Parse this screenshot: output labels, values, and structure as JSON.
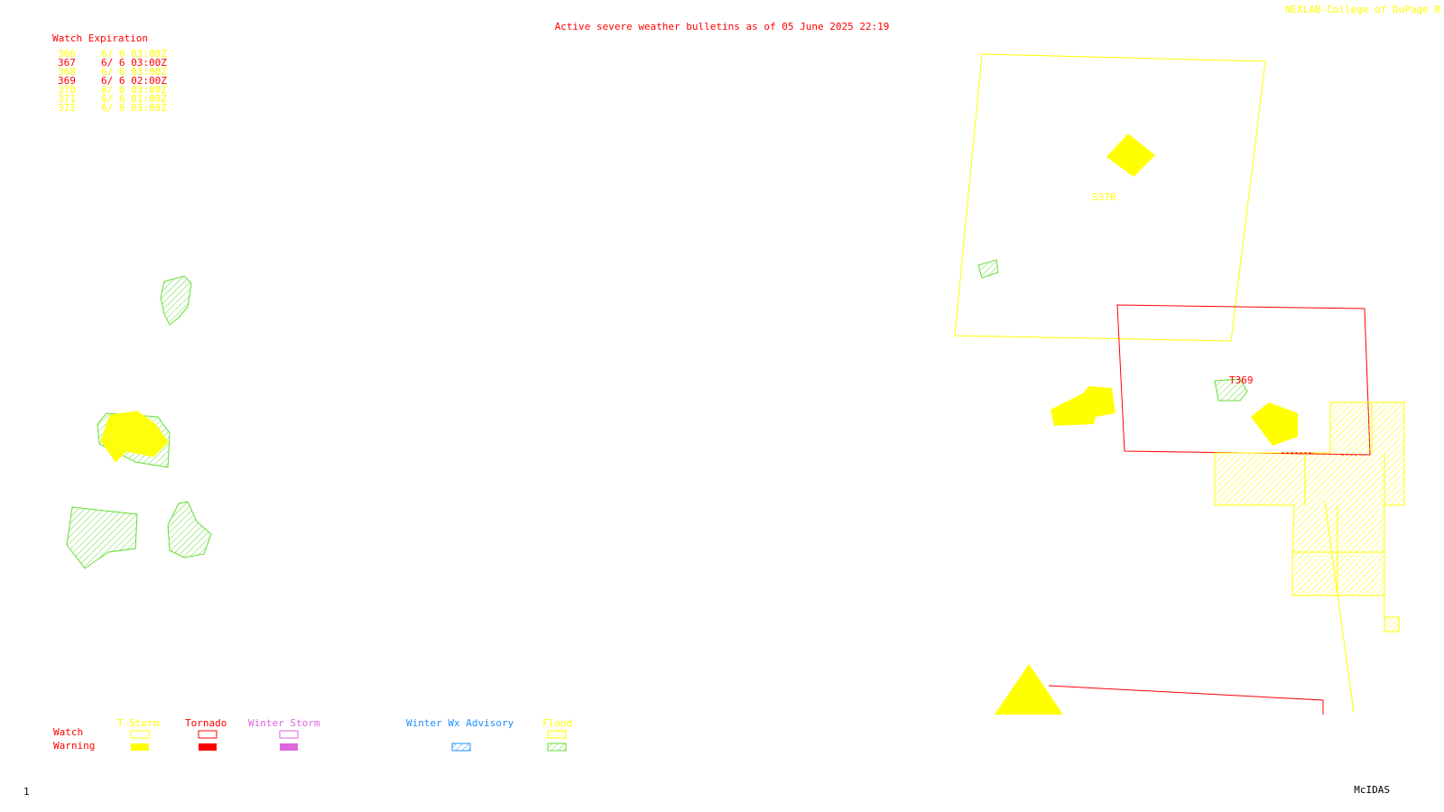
{
  "header": {
    "credit": "NEXLAB-College of DuPage R",
    "bulletin": "Active severe weather bulletins as of 05 June 2025 22:19"
  },
  "watch_expiration": {
    "title": "Watch Expiration",
    "rows": [
      {
        "num": "366",
        "time": "6/ 6 03:00Z",
        "color": "#ffff00"
      },
      {
        "num": "367",
        "time": "6/ 6 03:00Z",
        "color": "#ff0000"
      },
      {
        "num": "368",
        "time": "6/ 6 03:00Z",
        "color": "#ffff00"
      },
      {
        "num": "369",
        "time": "6/ 6 02:00Z",
        "color": "#ff0000"
      },
      {
        "num": "370",
        "time": "6/ 6 03:00Z",
        "color": "#ffff00"
      },
      {
        "num": "371",
        "time": "6/ 6 01:00Z",
        "color": "#ffff00"
      },
      {
        "num": "372",
        "time": "6/ 6 03:00Z",
        "color": "#ffff00"
      }
    ]
  },
  "map_labels": {
    "s370": "S370",
    "t369": "T369"
  },
  "legend": {
    "row_watch": "Watch",
    "row_warning": "Warning",
    "categories": [
      {
        "key": "tstorm",
        "label": "T-Storm",
        "color": "#ffff00"
      },
      {
        "key": "tornado",
        "label": "Tornado",
        "color": "#ff0000"
      },
      {
        "key": "winter_storm",
        "label": "Winter Storm",
        "color": "#dd66dd"
      },
      {
        "key": "winter_wx_advisory",
        "label": "Winter Wx Advisory",
        "color": "#1e90ff"
      },
      {
        "key": "flood",
        "label": "Flood",
        "color": "#66dd33"
      }
    ]
  },
  "footer": {
    "frame": "1",
    "software": "McIDAS"
  },
  "colors": {
    "tstorm": "#ffff00",
    "tornado": "#ff0000",
    "flood": "#66dd33",
    "text_red": "#ff0000"
  }
}
